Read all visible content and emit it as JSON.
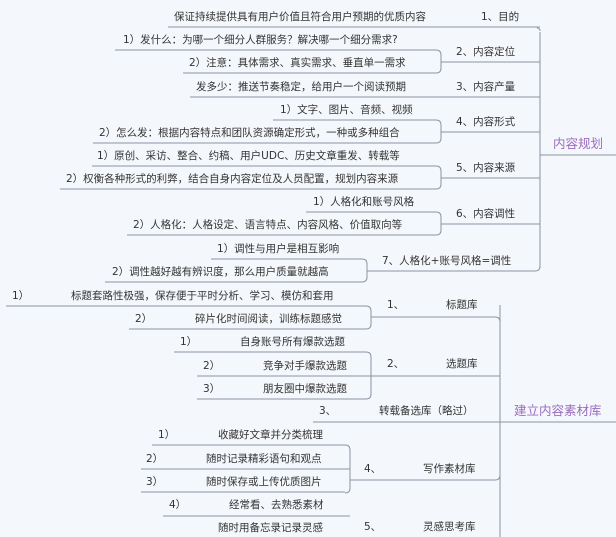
{
  "colors": {
    "background": "#f4f8fc",
    "line": "#8a94a3",
    "root_text": "#9b6bbf",
    "text": "#333333"
  },
  "map1": {
    "root": "内容规划",
    "branches": [
      {
        "label": "1、目的",
        "children": [
          "保证持续提供具有用户价值且符合用户预期的优质内容"
        ]
      },
      {
        "label": "2、内容定位",
        "children": [
          "1）发什么：为哪一个细分人群服务？解决哪一个细分需求?",
          "2）注意：具体需求、真实需求、垂直单一需求"
        ]
      },
      {
        "label": "3、内容产量",
        "children": [
          "发多少：推送节奏稳定，给用户一个阅读预期"
        ]
      },
      {
        "label": "4、内容形式",
        "children": [
          "1）文字、图片、音频、视频",
          "2）怎么发：根据内容特点和团队资源确定形式，一种或多种组合"
        ]
      },
      {
        "label": "5、内容来源",
        "children": [
          "1）原创、采访、整合、约稿、用户UDC、历史文章重发、转载等",
          "2）权衡各种形式的利弊，结合自身内容定位及人员配置，规划内容来源"
        ]
      },
      {
        "label": "6、内容调性",
        "children": [
          "1）人格化和账号风格",
          "2）人格化：人格设定、语言特点、内容风格、价值取向等"
        ]
      },
      {
        "label": "7、人格化+账号风格=调性",
        "children": [
          "1）调性与用户是相互影响",
          "2）调性越好越有辨识度，那么用户质量就越高"
        ]
      }
    ]
  },
  "map2": {
    "root": "建立内容素材库",
    "branches": [
      {
        "num": "1、",
        "label": "标题库",
        "children": [
          {
            "num": "1）",
            "text": "标题套路性极强，保存便于平时分析、学习、模仿和套用"
          },
          {
            "num": "2）",
            "text": "碎片化时间阅读，训练标题感觉"
          }
        ]
      },
      {
        "num": "2、",
        "label": "选题库",
        "children": [
          {
            "num": "1）",
            "text": "自身账号所有爆款选题"
          },
          {
            "num": "2）",
            "text": "竞争对手爆款选题"
          },
          {
            "num": "3）",
            "text": "朋友圈中爆款选题"
          }
        ]
      },
      {
        "num": "3、",
        "label": "转载备选库（略过）",
        "children": []
      },
      {
        "num": "4、",
        "label": "写作素材库",
        "children": [
          {
            "num": "1）",
            "text": "收藏好文章并分类梳理"
          },
          {
            "num": "2）",
            "text": "随时记录精彩语句和观点"
          },
          {
            "num": "3）",
            "text": "随时保存或上传优质图片"
          },
          {
            "num": "4）",
            "text": "经常看、去熟悉素材"
          }
        ]
      },
      {
        "num": "5、",
        "label": "灵感思考库",
        "children": [
          {
            "num": "",
            "text": "随时用备忘录记录灵感"
          }
        ]
      }
    ]
  }
}
